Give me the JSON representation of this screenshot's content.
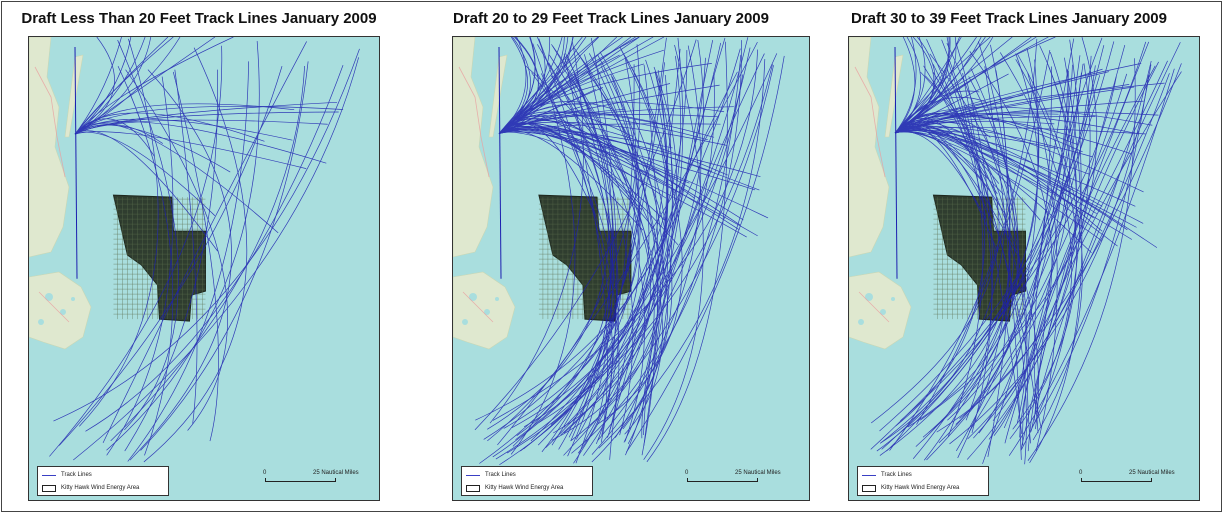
{
  "panels": [
    {
      "title": "Draft Less Than 20 Feet Track Lines January 2009",
      "track_count": 45,
      "legend": {
        "track_lines": "Track Lines",
        "wind_area": "Kitty Hawk Wind Energy Area"
      },
      "scale": {
        "zero": "0",
        "label": "25 Nautical Miles"
      }
    },
    {
      "title": "Draft 20 to 29 Feet Track Lines January 2009",
      "track_count": 150,
      "legend": {
        "track_lines": "Track Lines",
        "wind_area": "Kitty Hawk Wind Energy Area"
      },
      "scale": {
        "zero": "0",
        "label": "25 Nautical Miles"
      }
    },
    {
      "title": "Draft 30 to 39 Feet Track Lines January 2009",
      "track_count": 140,
      "legend": {
        "track_lines": "Track Lines",
        "wind_area": "Kitty Hawk Wind Energy Area"
      },
      "scale": {
        "zero": "0",
        "label": "25 Nautical Miles"
      }
    }
  ],
  "colors": {
    "water": "#a9dede",
    "land": "#dfe8cf",
    "track": "#1c1fb0",
    "wind_area": "#2f3d2f",
    "coast_road": "#e8a0a0"
  }
}
